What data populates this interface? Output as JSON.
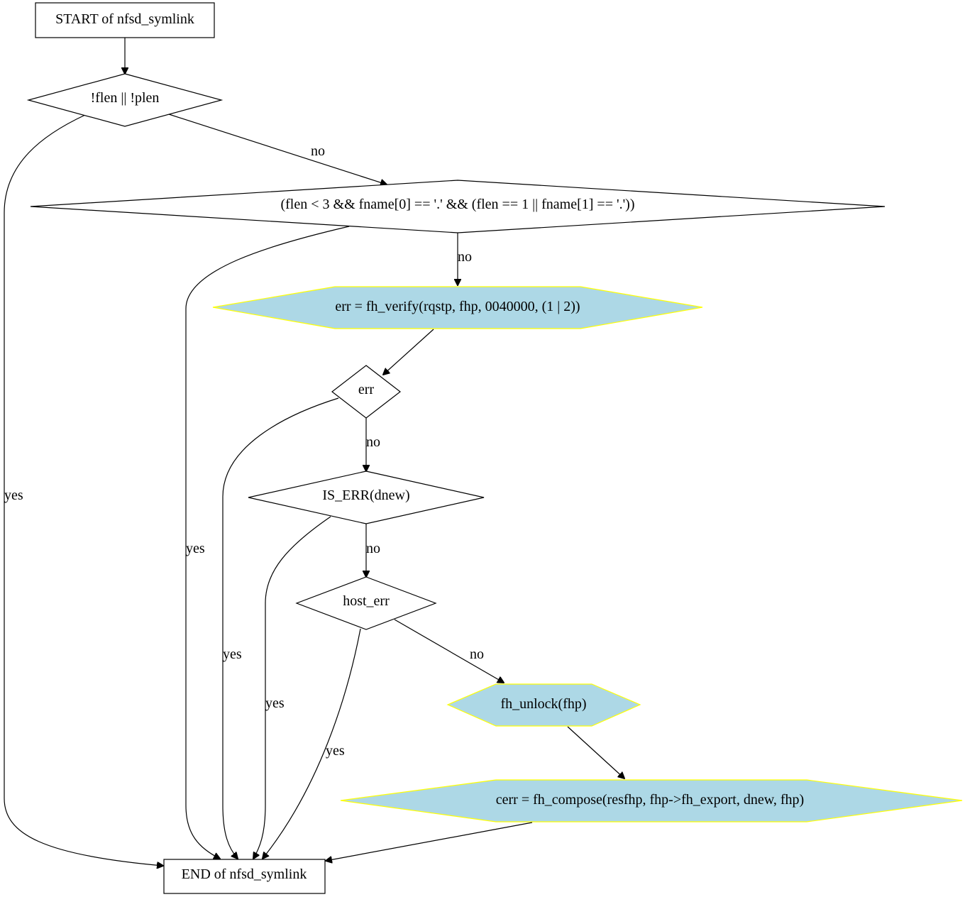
{
  "nodes": {
    "start": "START of nfsd_symlink",
    "check_lengths": "!flen || !plen",
    "check_dot_names": "(flen < 3 && fname[0] == '.' && (flen == 1 || fname[1] == '.'))",
    "fh_verify": "err = fh_verify(rqstp, fhp, 0040000, (1 | 2))",
    "check_err": "err",
    "check_is_err": "IS_ERR(dnew)",
    "check_host_err": "host_err",
    "fh_unlock": "fh_unlock(fhp)",
    "fh_compose": "cerr = fh_compose(resfhp, fhp->fh_export, dnew, fhp)",
    "end": "END of nfsd_symlink"
  },
  "edge_labels": {
    "lengths_yes": "yes",
    "lengths_no": "no",
    "dot_yes": "yes",
    "dot_no": "no",
    "err_yes": "yes",
    "err_no": "no",
    "is_err_yes": "yes",
    "is_err_no": "no",
    "host_err_yes": "yes",
    "host_err_no": "no"
  },
  "colors": {
    "action_fill": "#add8e6",
    "action_border": "#ffff00",
    "line": "#000000"
  }
}
